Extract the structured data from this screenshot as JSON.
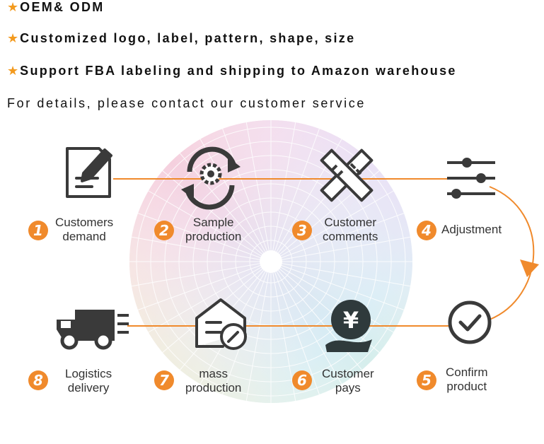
{
  "features": {
    "f1": "OEM& ODM",
    "f2": "Customized logo, label, pattern, shape, size",
    "f3": "Support FBA labeling and shipping to Amazon warehouse"
  },
  "contact": "For details, please contact our customer service",
  "colors": {
    "accent": "#f08a2c",
    "icon": "#3a3a3a",
    "star": "#f39a1e"
  },
  "steps": [
    {
      "num": "1",
      "line1": "Customers",
      "line2": "demand",
      "icon": "document-edit-icon"
    },
    {
      "num": "2",
      "line1": "Sample",
      "line2": "production",
      "icon": "gear-cycle-icon"
    },
    {
      "num": "3",
      "line1": "Customer",
      "line2": "comments",
      "icon": "ruler-pencil-icon"
    },
    {
      "num": "4",
      "line1": "Adjustment",
      "line2": "",
      "icon": "sliders-icon"
    },
    {
      "num": "5",
      "line1": "Confirm",
      "line2": "product",
      "icon": "check-circle-icon"
    },
    {
      "num": "6",
      "line1": "Customer",
      "line2": "pays",
      "icon": "yen-hand-icon"
    },
    {
      "num": "7",
      "line1": "mass",
      "line2": "production",
      "icon": "factory-wrench-icon"
    },
    {
      "num": "8",
      "line1": "Logistics",
      "line2": "delivery",
      "icon": "truck-icon"
    }
  ]
}
